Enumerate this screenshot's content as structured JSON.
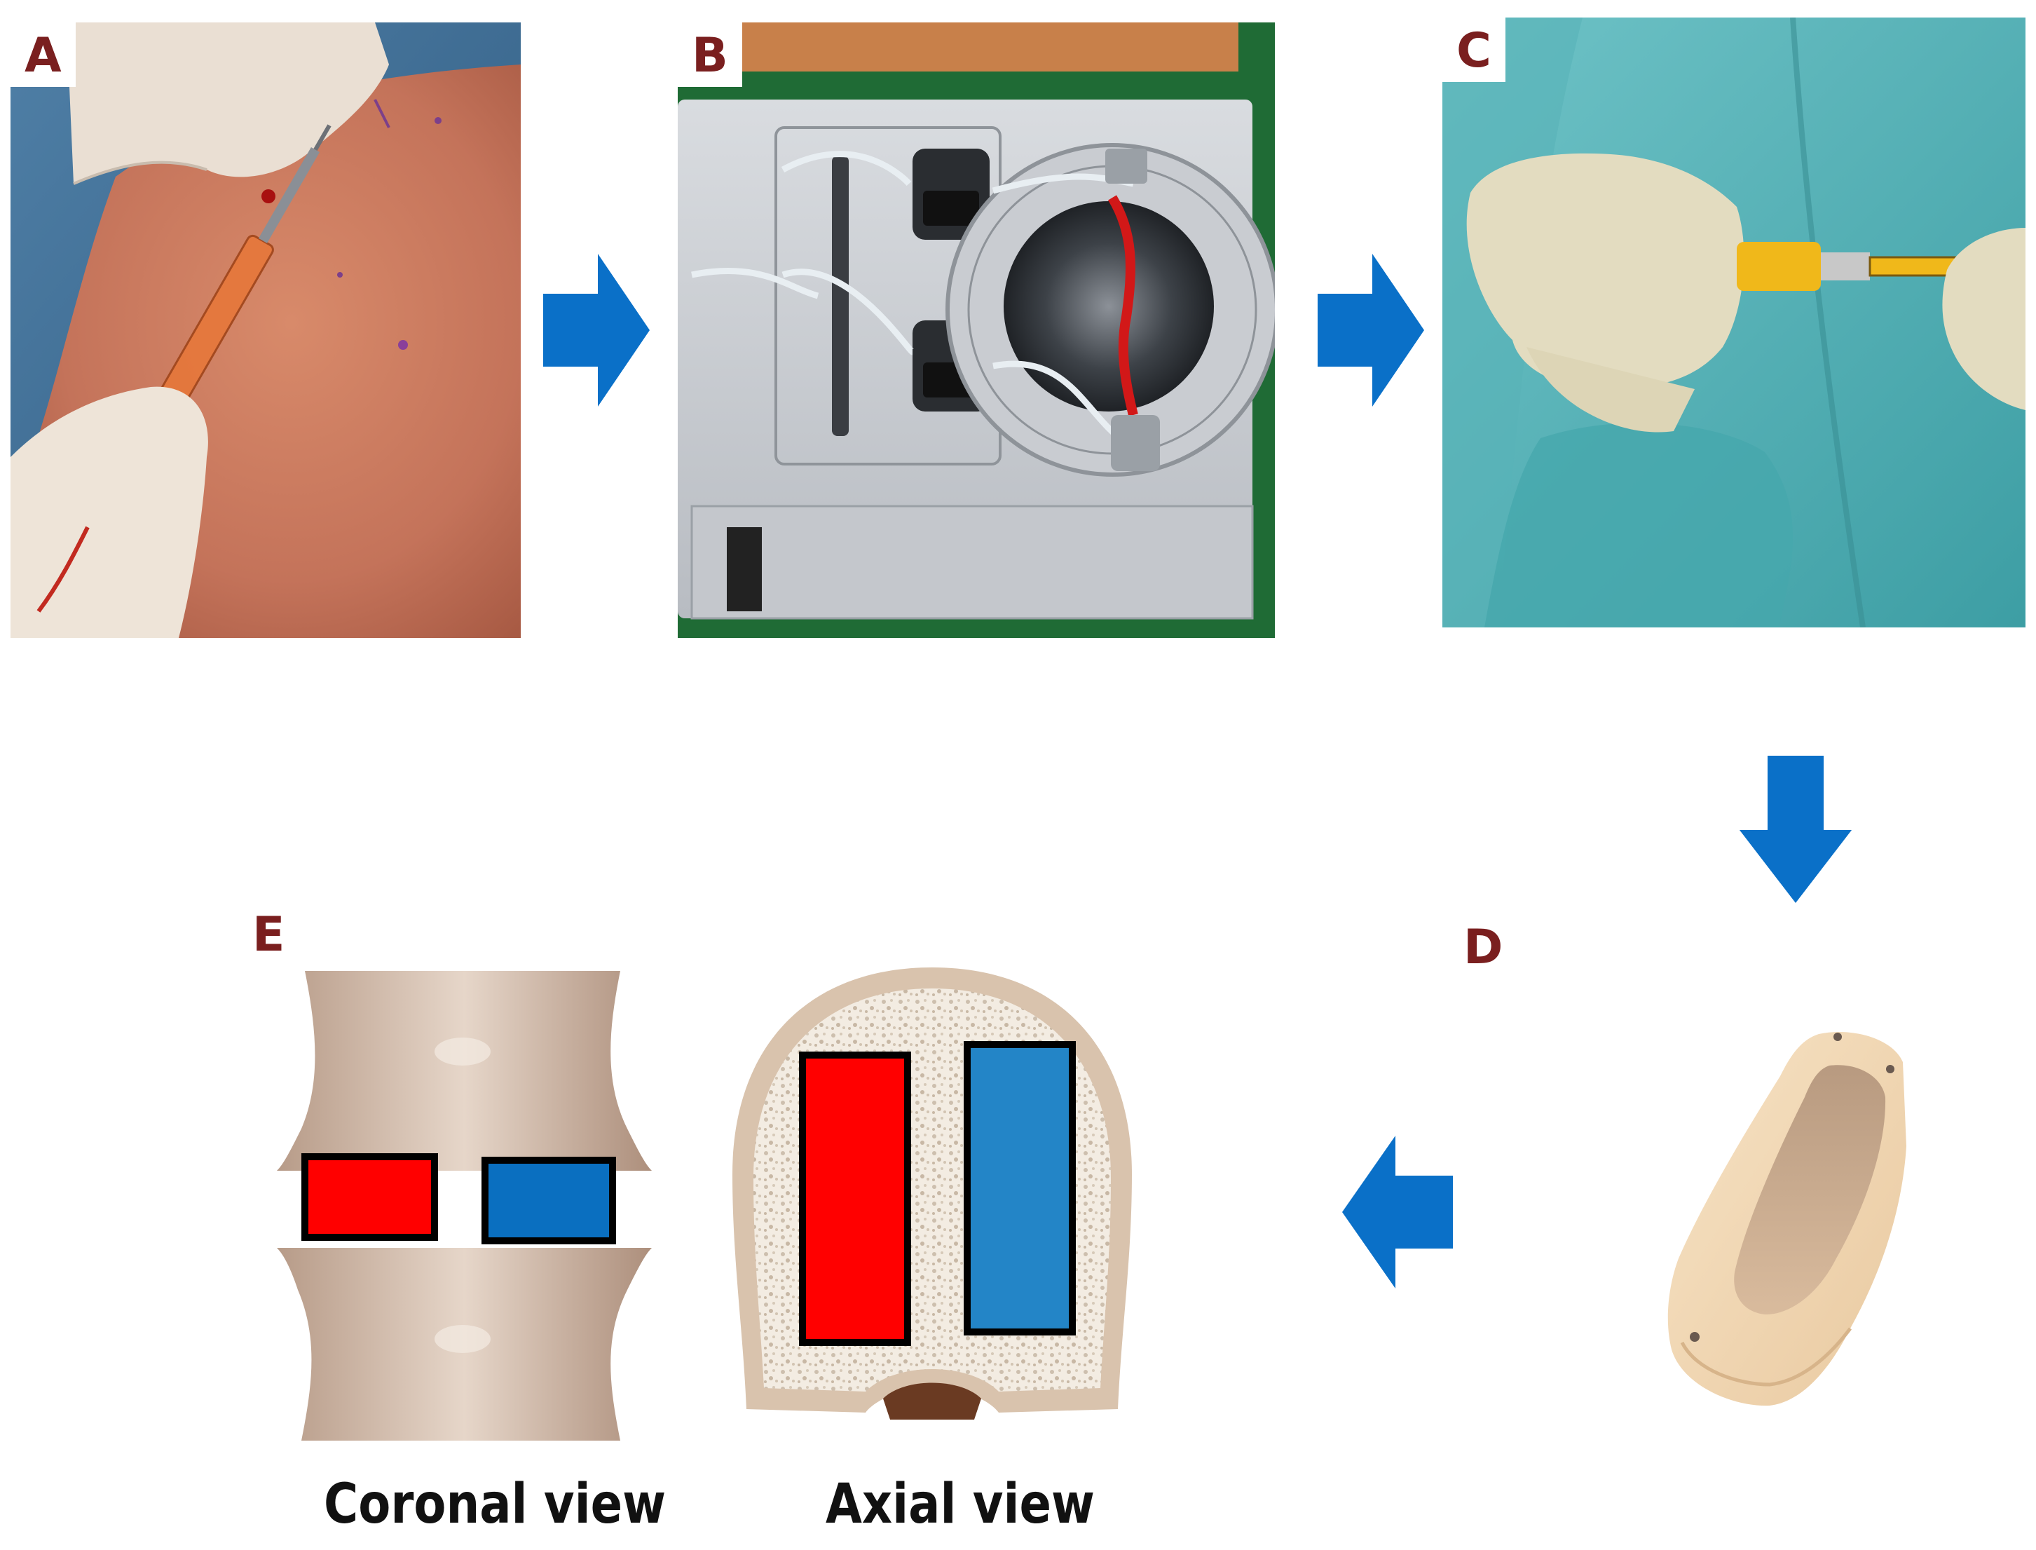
{
  "panels": {
    "a": {
      "label": "A"
    },
    "b": {
      "label": "B"
    },
    "c": {
      "label": "C"
    },
    "d": {
      "label": "D"
    },
    "e": {
      "label": "E"
    }
  },
  "captions": {
    "coronal": "Coronal view",
    "axial": "Axial view"
  },
  "colors": {
    "arrow": "#0a70c8",
    "label": "#7a1f1f",
    "cage_red": "#ff0000",
    "cage_blue": "#2385c7"
  }
}
